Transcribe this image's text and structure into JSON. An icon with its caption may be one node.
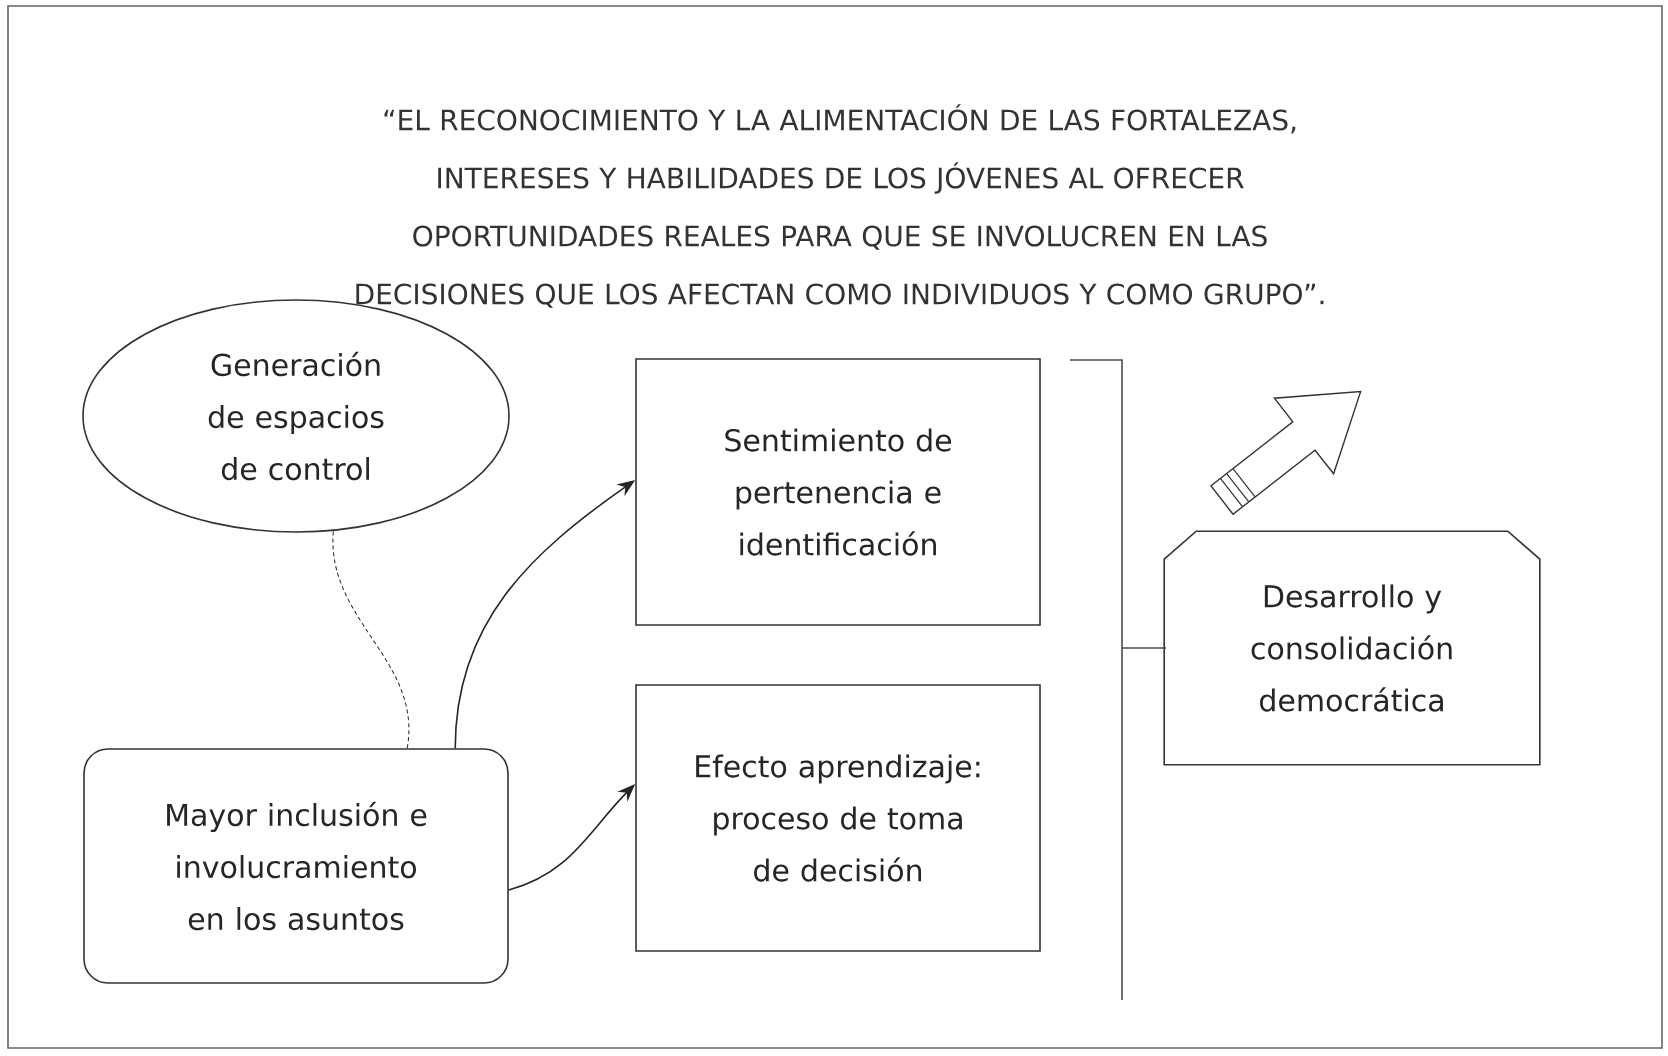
{
  "diagram": {
    "title": "“EL RECONOCIMIENTO Y LA ALIMENTACIÓN DE LAS FORTALEZAS, INTERESES Y HABILIDADES DE LOS JÓVENES AL OFRECER OPORTUNIDADES REALES PARA QUE SE INVOLUCREN EN LAS DECISIONES QUE LOS AFECTAN COMO INDIVIDUOS Y COMO GRUPO”.",
    "nodes": [
      {
        "text": [
          "Generación de espacios de control"
        ]
      },
      {
        "text": [
          "Sentimiento de pertenencia e identificación"
        ]
      },
      {
        "text": [
          "Efecto aprendizaje: proceso de toma de decisión"
        ]
      },
      {
        "text": [
          "Mayor inclusión e involucramiento en los asuntos"
        ]
      },
      {
        "text": [
          "Desarrollo y consolidación democrática"
        ]
      }
    ],
    "edges": [
      {
        "from": 3,
        "to": 0,
        "arrow": "none",
        "style": "dashed"
      },
      {
        "from": 3,
        "to": 1,
        "arrow": "to"
      },
      {
        "from": 3,
        "to": 2,
        "arrow": "to"
      }
    ]
  }
}
